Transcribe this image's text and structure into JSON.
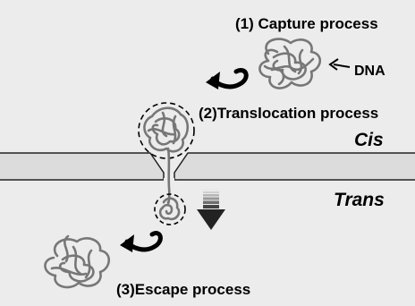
{
  "labels": {
    "capture": "(1) Capture process",
    "dna": "DNA",
    "translocation": "(2)Translocation process",
    "cis": "Cis",
    "trans": "Trans",
    "escape": "(3)Escape process"
  },
  "colors": {
    "background": "#ececec",
    "membrane_fill": "#dcdcdc",
    "dna_strand": "#777777",
    "arrow": "#000000",
    "circle_outline": "#000000"
  },
  "icons": {
    "capture_arrow": "curved-arrow-icon",
    "escape_arrow": "curved-arrow-icon",
    "electric_field_arrow": "down-arrow-icon"
  }
}
